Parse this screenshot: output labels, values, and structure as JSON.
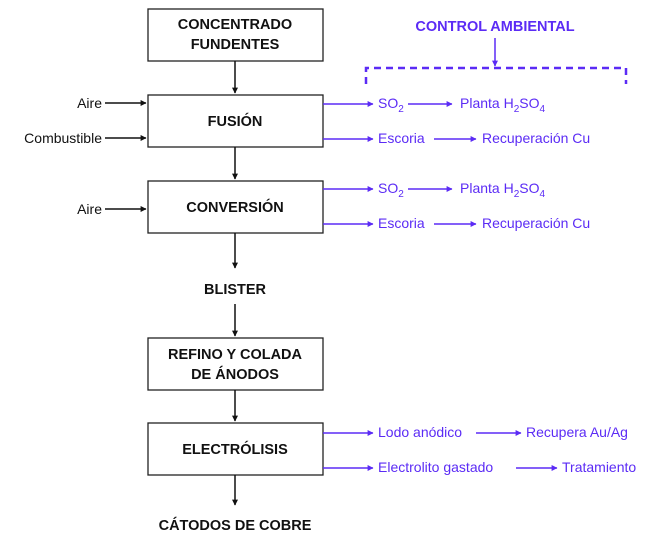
{
  "colors": {
    "accent": "#5b2bf5",
    "line": "#111111"
  },
  "steps": {
    "concentrado_1": "CONCENTRADO",
    "concentrado_2": "FUNDENTES",
    "fusion": "FUSIÓN",
    "conversion": "CONVERSIÓN",
    "blister": "BLISTER",
    "refino_1": "REFINO Y COLADA",
    "refino_2": "DE ÁNODOS",
    "electrolisis": "ELECTRÓLISIS",
    "catodos": "CÁTODOS DE COBRE"
  },
  "inputs": {
    "fusion_aire": "Aire",
    "fusion_combustible": "Combustible",
    "conversion_aire": "Aire"
  },
  "control": {
    "title": "CONTROL AMBIENTAL"
  },
  "outputs": {
    "so2_prefix": "SO",
    "so2_sub": "2",
    "planta_prefix": "Planta H",
    "planta_sub1": "2",
    "planta_mid": "SO",
    "planta_sub2": "4",
    "escoria": "Escoria",
    "recuperacion_cu": "Recuperación Cu",
    "lodo_anodico": "Lodo anódico",
    "recupera_au_ag": "Recupera Au/Ag",
    "electrolito_gastado": "Electrolito gastado",
    "tratamiento": "Tratamiento"
  }
}
